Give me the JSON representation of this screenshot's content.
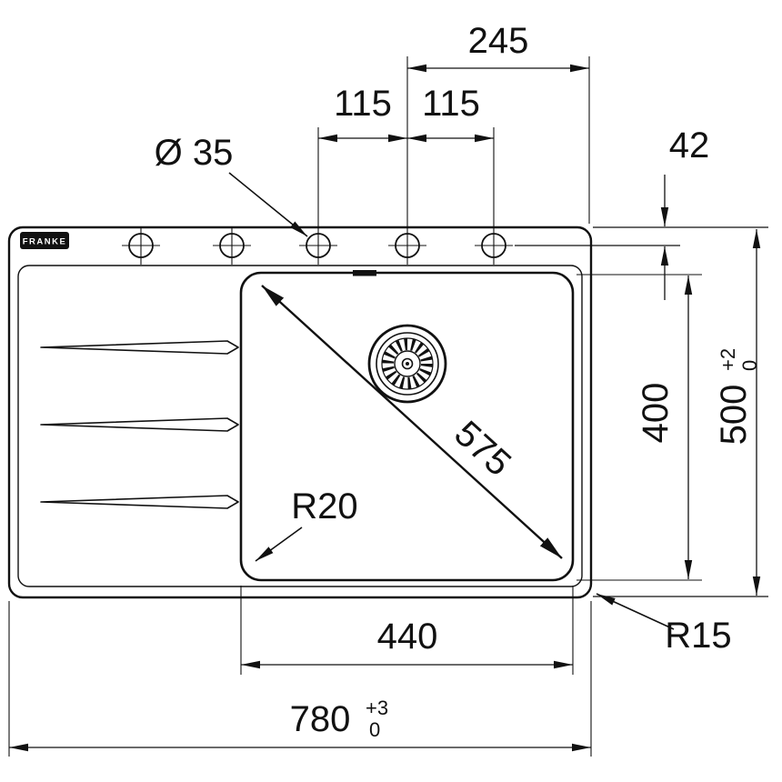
{
  "drawing": {
    "brand_logo": "FRANKE",
    "labels": {
      "dim_245": "245",
      "dim_115_left": "115",
      "dim_115_right": "115",
      "hole_diameter": "Ø 35",
      "dim_42": "42",
      "bowl_diagonal": "575",
      "bowl_corner_radius": "R20",
      "dim_400": "400",
      "dim_500": "500",
      "dim_500_tol_upper": "+2",
      "dim_500_tol_lower": "0",
      "dim_440": "440",
      "dim_780": "780",
      "dim_780_tol_upper": "+3",
      "dim_780_tol_lower": "0",
      "outer_corner_radius": "R15"
    },
    "colors": {
      "line": "#111111",
      "background": "#ffffff"
    }
  }
}
